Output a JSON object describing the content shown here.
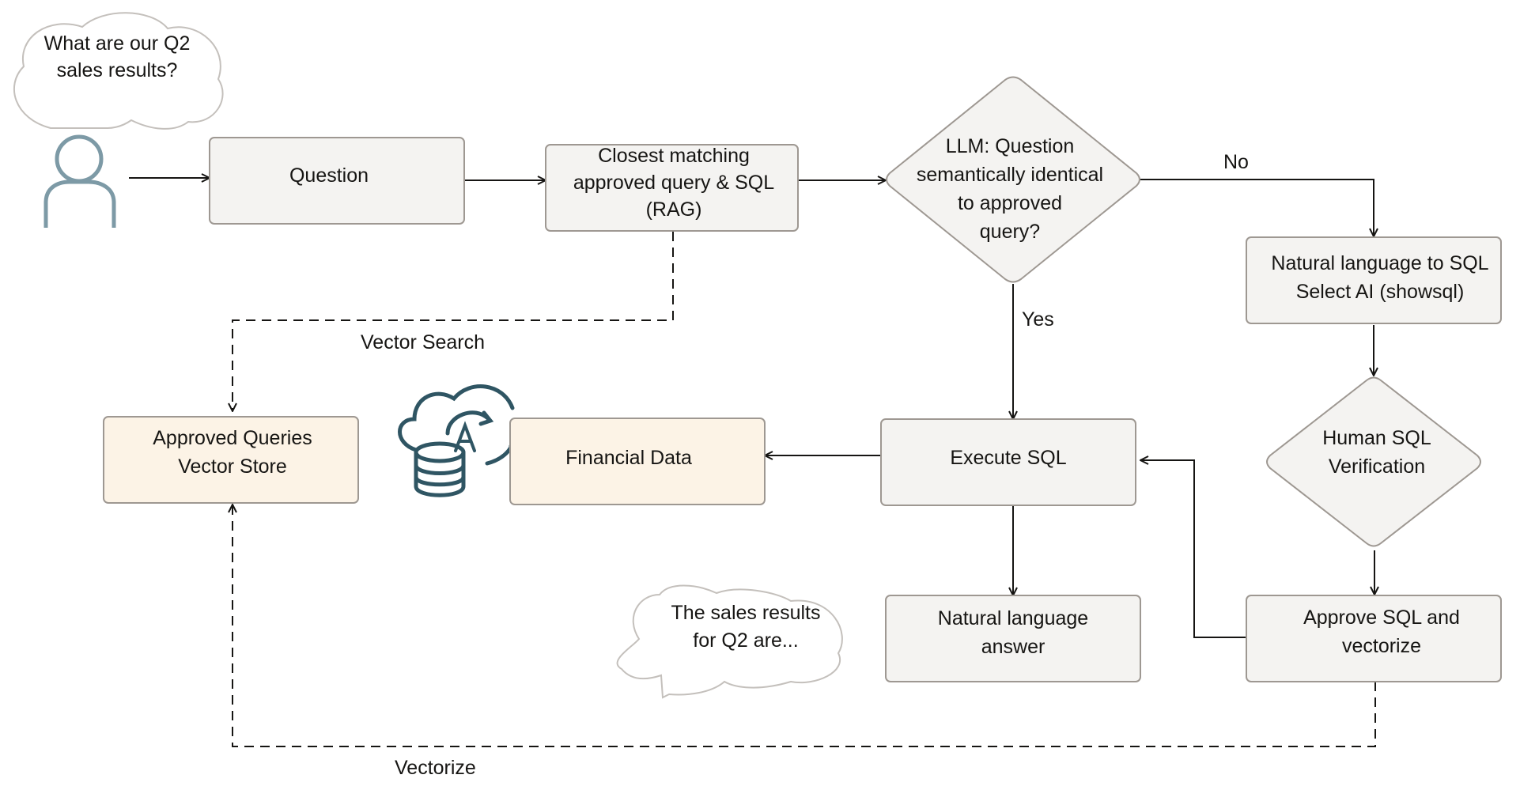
{
  "bubbles": {
    "user_question": [
      "What are our Q2",
      "sales results?"
    ],
    "answer": [
      "The sales results",
      "for Q2 are..."
    ]
  },
  "nodes": {
    "question": [
      "Question"
    ],
    "closest_match": [
      "Closest matching",
      "approved query & SQL",
      "(RAG)"
    ],
    "llm_check": [
      "LLM: Question",
      "semantically identical",
      "to approved",
      "query?"
    ],
    "nl_to_sql": [
      "Natural language to SQL",
      "Select AI (showsql)"
    ],
    "human_verification": [
      "Human SQL",
      "Verification"
    ],
    "approved_store": [
      "Approved Queries",
      "Vector Store"
    ],
    "financial_data": [
      "Financial Data"
    ],
    "execute_sql": [
      "Execute SQL"
    ],
    "nl_answer": [
      "Natural language",
      "answer"
    ],
    "approve_vectorize": [
      "Approve SQL and",
      "vectorize"
    ]
  },
  "edge_labels": {
    "no": "No",
    "yes": "Yes",
    "vector_search": "Vector Search",
    "vectorize": "Vectorize"
  },
  "icons": {
    "user": "user-icon",
    "database": "cloud-database-icon"
  },
  "colors": {
    "process_fill": "#f4f3f1",
    "data_fill": "#fcf3e6",
    "border": "#9e9892",
    "user_icon": "#7d9aa6",
    "db_icon": "#2f5563"
  }
}
